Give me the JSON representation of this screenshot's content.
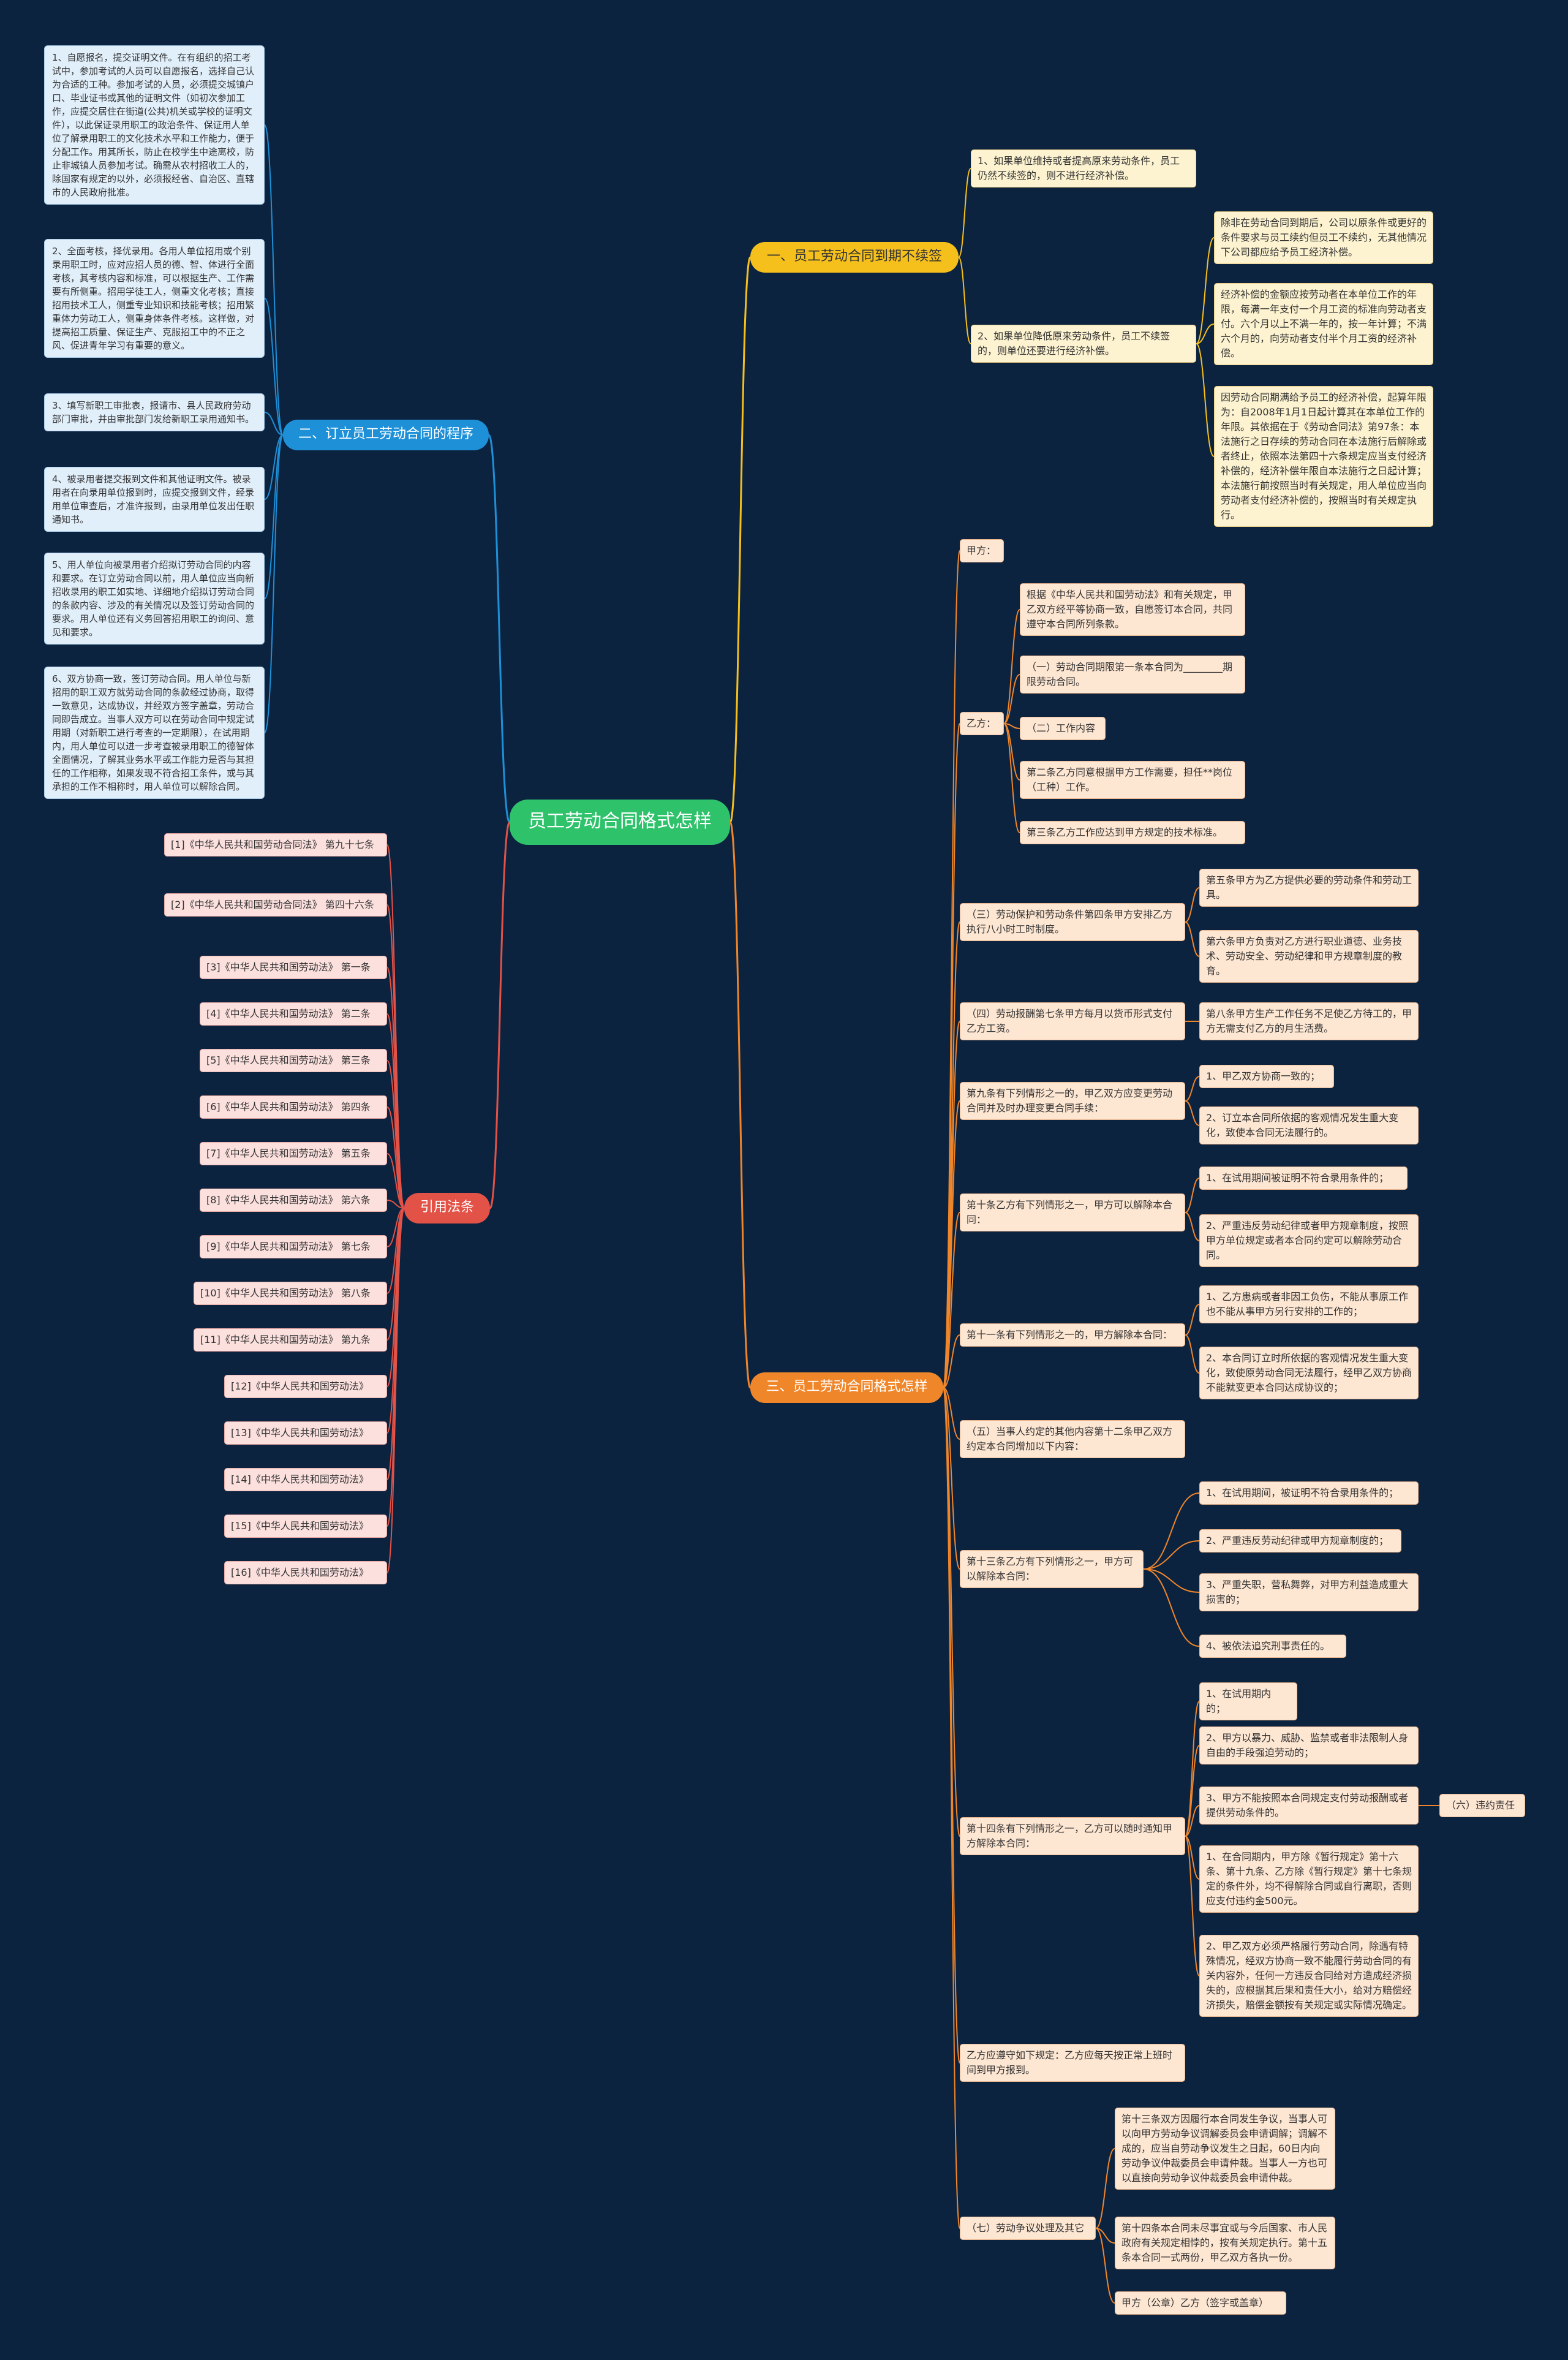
{
  "center": "员工劳动合同格式怎样",
  "branches": {
    "b1": "一、员工劳动合同到期不续签",
    "b2": "二、订立员工劳动合同的程序",
    "b3": "三、员工劳动合同格式怎样",
    "b4": "引用法条"
  },
  "b1": {
    "c1": "1、如果单位维持或者提高原来劳动条件，员工仍然不续签的，则不进行经济补偿。",
    "c2": "2、如果单位降低原来劳动条件，员工不续签的，则单位还要进行经济补偿。",
    "g1": "除非在劳动合同到期后，公司以原条件或更好的条件要求与员工续约但员工不续约，无其他情况下公司都应给予员工经济补偿。",
    "g2": "经济补偿的金额应按劳动者在本单位工作的年限，每满一年支付一个月工资的标准向劳动者支付。六个月以上不满一年的，按一年计算；不满六个月的，向劳动者支付半个月工资的经济补偿。",
    "g3": "因劳动合同期满给予员工的经济补偿，起算年限为：自2008年1月1日起计算其在本单位工作的年限。其依据在于《劳动合同法》第97条：本法施行之日存续的劳动合同在本法施行后解除或者终止，依照本法第四十六条规定应当支付经济补偿的，经济补偿年限自本法施行之日起计算；本法施行前按照当时有关规定，用人单位应当向劳动者支付经济补偿的，按照当时有关规定执行。"
  },
  "b2": {
    "i1": "1、自愿报名，提交证明文件。在有组织的招工考试中，参加考试的人员可以自愿报名，选择自己认为合适的工种。参加考试的人员，必须提交城镇户口、毕业证书或其他的证明文件（如初次参加工作，应提交居住在街道(公共)机关或学校的证明文件），以此保证录用职工的政治条件、保证用人单位了解录用职工的文化技术水平和工作能力，便于分配工作。用其所长，防止在校学生中途离校，防止非城镇人员参加考试。确需从农村招收工人的，除国家有规定的以外，必须报经省、自治区、直辖市的人民政府批准。",
    "i2": "2、全面考核，择优录用。各用人单位招用或个别录用职工时，应对应招人员的德、智、体进行全面考核，其考核内容和标准，可以根据生产、工作需要有所侧重。招用学徒工人，侧重文化考核；直接招用技术工人，侧重专业知识和技能考核；招用繁重体力劳动工人，侧重身体条件考核。这样做，对提高招工质量、保证生产、克服招工中的不正之风、促进青年学习有重要的意义。",
    "i3": "3、填写新职工审批表，报请市、县人民政府劳动部门审批，并由审批部门发给新职工录用通知书。",
    "i4": "4、被录用者提交报到文件和其他证明文件。被录用者在向录用单位报到时，应提交报到文件，经录用单位审查后，才准许报到，由录用单位发出任职通知书。",
    "i5": "5、用人单位向被录用者介绍拟订劳动合同的内容和要求。在订立劳动合同以前，用人单位应当向新招收录用的职工如实地、详细地介绍拟订劳动合同的条款内容、涉及的有关情况以及签订劳动合同的要求。用人单位还有义务回答招用职工的询问、意见和要求。",
    "i6": "6、双方协商一致，签订劳动合同。用人单位与新招用的职工双方就劳动合同的条款经过协商，取得一致意见，达成协议，并经双方签字盖章，劳动合同即告成立。当事人双方可以在劳动合同中规定试用期（对新职工进行考查的一定期限），在试用期内，用人单位可以进一步考查被录用职工的德智体全面情况，了解其业务水平或工作能力是否与其担任的工作相称，如果发现不符合招工条件，或与其承担的工作不相称时，用人单位可以解除合同。"
  },
  "b3": {
    "jia": "甲方：",
    "yi": "乙方：",
    "yi_1": "根据《中华人民共和国劳动法》和有关规定，甲乙双方经平等协商一致，自愿签订本合同，共同遵守本合同所列条款。",
    "yi_2": "（一）劳动合同期限第一条本合同为________期限劳动合同。",
    "yi_3": "（二）工作内容",
    "yi_4": "第二条乙方同意根据甲方工作需要，担任**岗位（工种）工作。",
    "yi_5": "第三条乙方工作应达到甲方规定的技术标准。",
    "s3": "（三）劳动保护和劳动条件第四条甲方安排乙方执行八小时工时制度。",
    "s3_1": "第五条甲方为乙方提供必要的劳动条件和劳动工具。",
    "s3_2": "第六条甲方负责对乙方进行职业道德、业务技术、劳动安全、劳动纪律和甲方规章制度的教育。",
    "s4": "（四）劳动报酬第七条甲方每月以货币形式支付乙方工资。",
    "s4_1": "第八条甲方生产工作任务不足使乙方待工的，甲方无需支付乙方的月生活费。",
    "s9": "第九条有下列情形之一的，甲乙双方应变更劳动合同并及时办理变更合同手续：",
    "s9_1": "1、甲乙双方协商一致的；",
    "s9_2": "2、订立本合同所依据的客观情况发生重大变化，致使本合同无法履行的。",
    "s10": "第十条乙方有下列情形之一，甲方可以解除本合同：",
    "s10_1": "1、在试用期间被证明不符合录用条件的；",
    "s10_2": "2、严重违反劳动纪律或者甲方规章制度，按照甲方单位规定或者本合同约定可以解除劳动合同。",
    "s11": "第十一条有下列情形之一的，甲方解除本合同：",
    "s11_1": "1、乙方患病或者非因工负伤，不能从事原工作也不能从事甲方另行安排的工作的；",
    "s11_2": "2、本合同订立时所依据的客观情况发生重大变化，致使原劳动合同无法履行，经甲乙双方协商不能就变更本合同达成协议的；",
    "s5": "（五）当事人约定的其他内容第十二条甲乙双方约定本合同增加以下内容：",
    "s13": "第十三条乙方有下列情形之一，甲方可以解除本合同：",
    "s13_1": "1、在试用期间，被证明不符合录用条件的；",
    "s13_2": "2、严重违反劳动纪律或甲方规章制度的；",
    "s13_3": "3、严重失职，营私舞弊，对甲方利益造成重大损害的；",
    "s13_4": "4、被依法追究刑事责任的。",
    "s14": "第十四条有下列情形之一，乙方可以随时通知甲方解除本合同：",
    "s14_1": "1、在试用期内的；",
    "s14_2": "2、甲方以暴力、威胁、监禁或者非法限制人身自由的手段强迫劳动的；",
    "s14_3": "3、甲方不能按照本合同规定支付劳动报酬或者提供劳动条件的。",
    "s14_3_1": "（六）违约责任",
    "s14_4": "1、在合同期内，甲方除《暂行规定》第十六条、第十九条、乙方除《暂行规定》第十七条规定的条件外，均不得解除合同或自行离职，否则应支付违约金500元。",
    "s14_5": "2、甲乙双方必须严格履行劳动合同，除遇有特殊情况，经双方协商一致不能履行劳动合同的有关内容外，任何一方违反合同给对方造成经济损失的，应根据其后果和责任大小，给对方赔偿经济损失，赔偿金额按有关规定或实际情况确定。",
    "s15": "乙方应遵守如下规定：乙方应每天按正常上班时间到甲方报到。",
    "s7": "（七）劳动争议处理及其它",
    "s7_1": "第十三条双方因履行本合同发生争议，当事人可以向甲方劳动争议调解委员会申请调解；调解不成的，应当自劳动争议发生之日起，60日内向劳动争议仲裁委员会申请仲裁。当事人一方也可以直接向劳动争议仲裁委员会申请仲裁。",
    "s7_2": "第十四条本合同未尽事宜或与今后国家、市人民政府有关规定相悖的，按有关规定执行。第十五条本合同一式两份，甲乙双方各执一份。",
    "s7_3": "甲方（公章）乙方（签字或盖章）"
  },
  "b4": {
    "r1": "[1]《中华人民共和国劳动合同法》 第九十七条",
    "r2": "[2]《中华人民共和国劳动合同法》 第四十六条",
    "r3": "[3]《中华人民共和国劳动法》 第一条",
    "r4": "[4]《中华人民共和国劳动法》 第二条",
    "r5": "[5]《中华人民共和国劳动法》 第三条",
    "r6": "[6]《中华人民共和国劳动法》 第四条",
    "r7": "[7]《中华人民共和国劳动法》 第五条",
    "r8": "[8]《中华人民共和国劳动法》 第六条",
    "r9": "[9]《中华人民共和国劳动法》 第七条",
    "r10": "[10]《中华人民共和国劳动法》 第八条",
    "r11": "[11]《中华人民共和国劳动法》 第九条",
    "r12": "[12]《中华人民共和国劳动法》",
    "r13": "[13]《中华人民共和国劳动法》",
    "r14": "[14]《中华人民共和国劳动法》",
    "r15": "[15]《中华人民共和国劳动法》",
    "r16": "[16]《中华人民共和国劳动法》"
  },
  "colors": {
    "background": "#0c2340",
    "center": "#2ec26b",
    "b1": "#f6c01c",
    "b2": "#1e90d8",
    "b3": "#f0862a",
    "b4": "#e35247"
  }
}
